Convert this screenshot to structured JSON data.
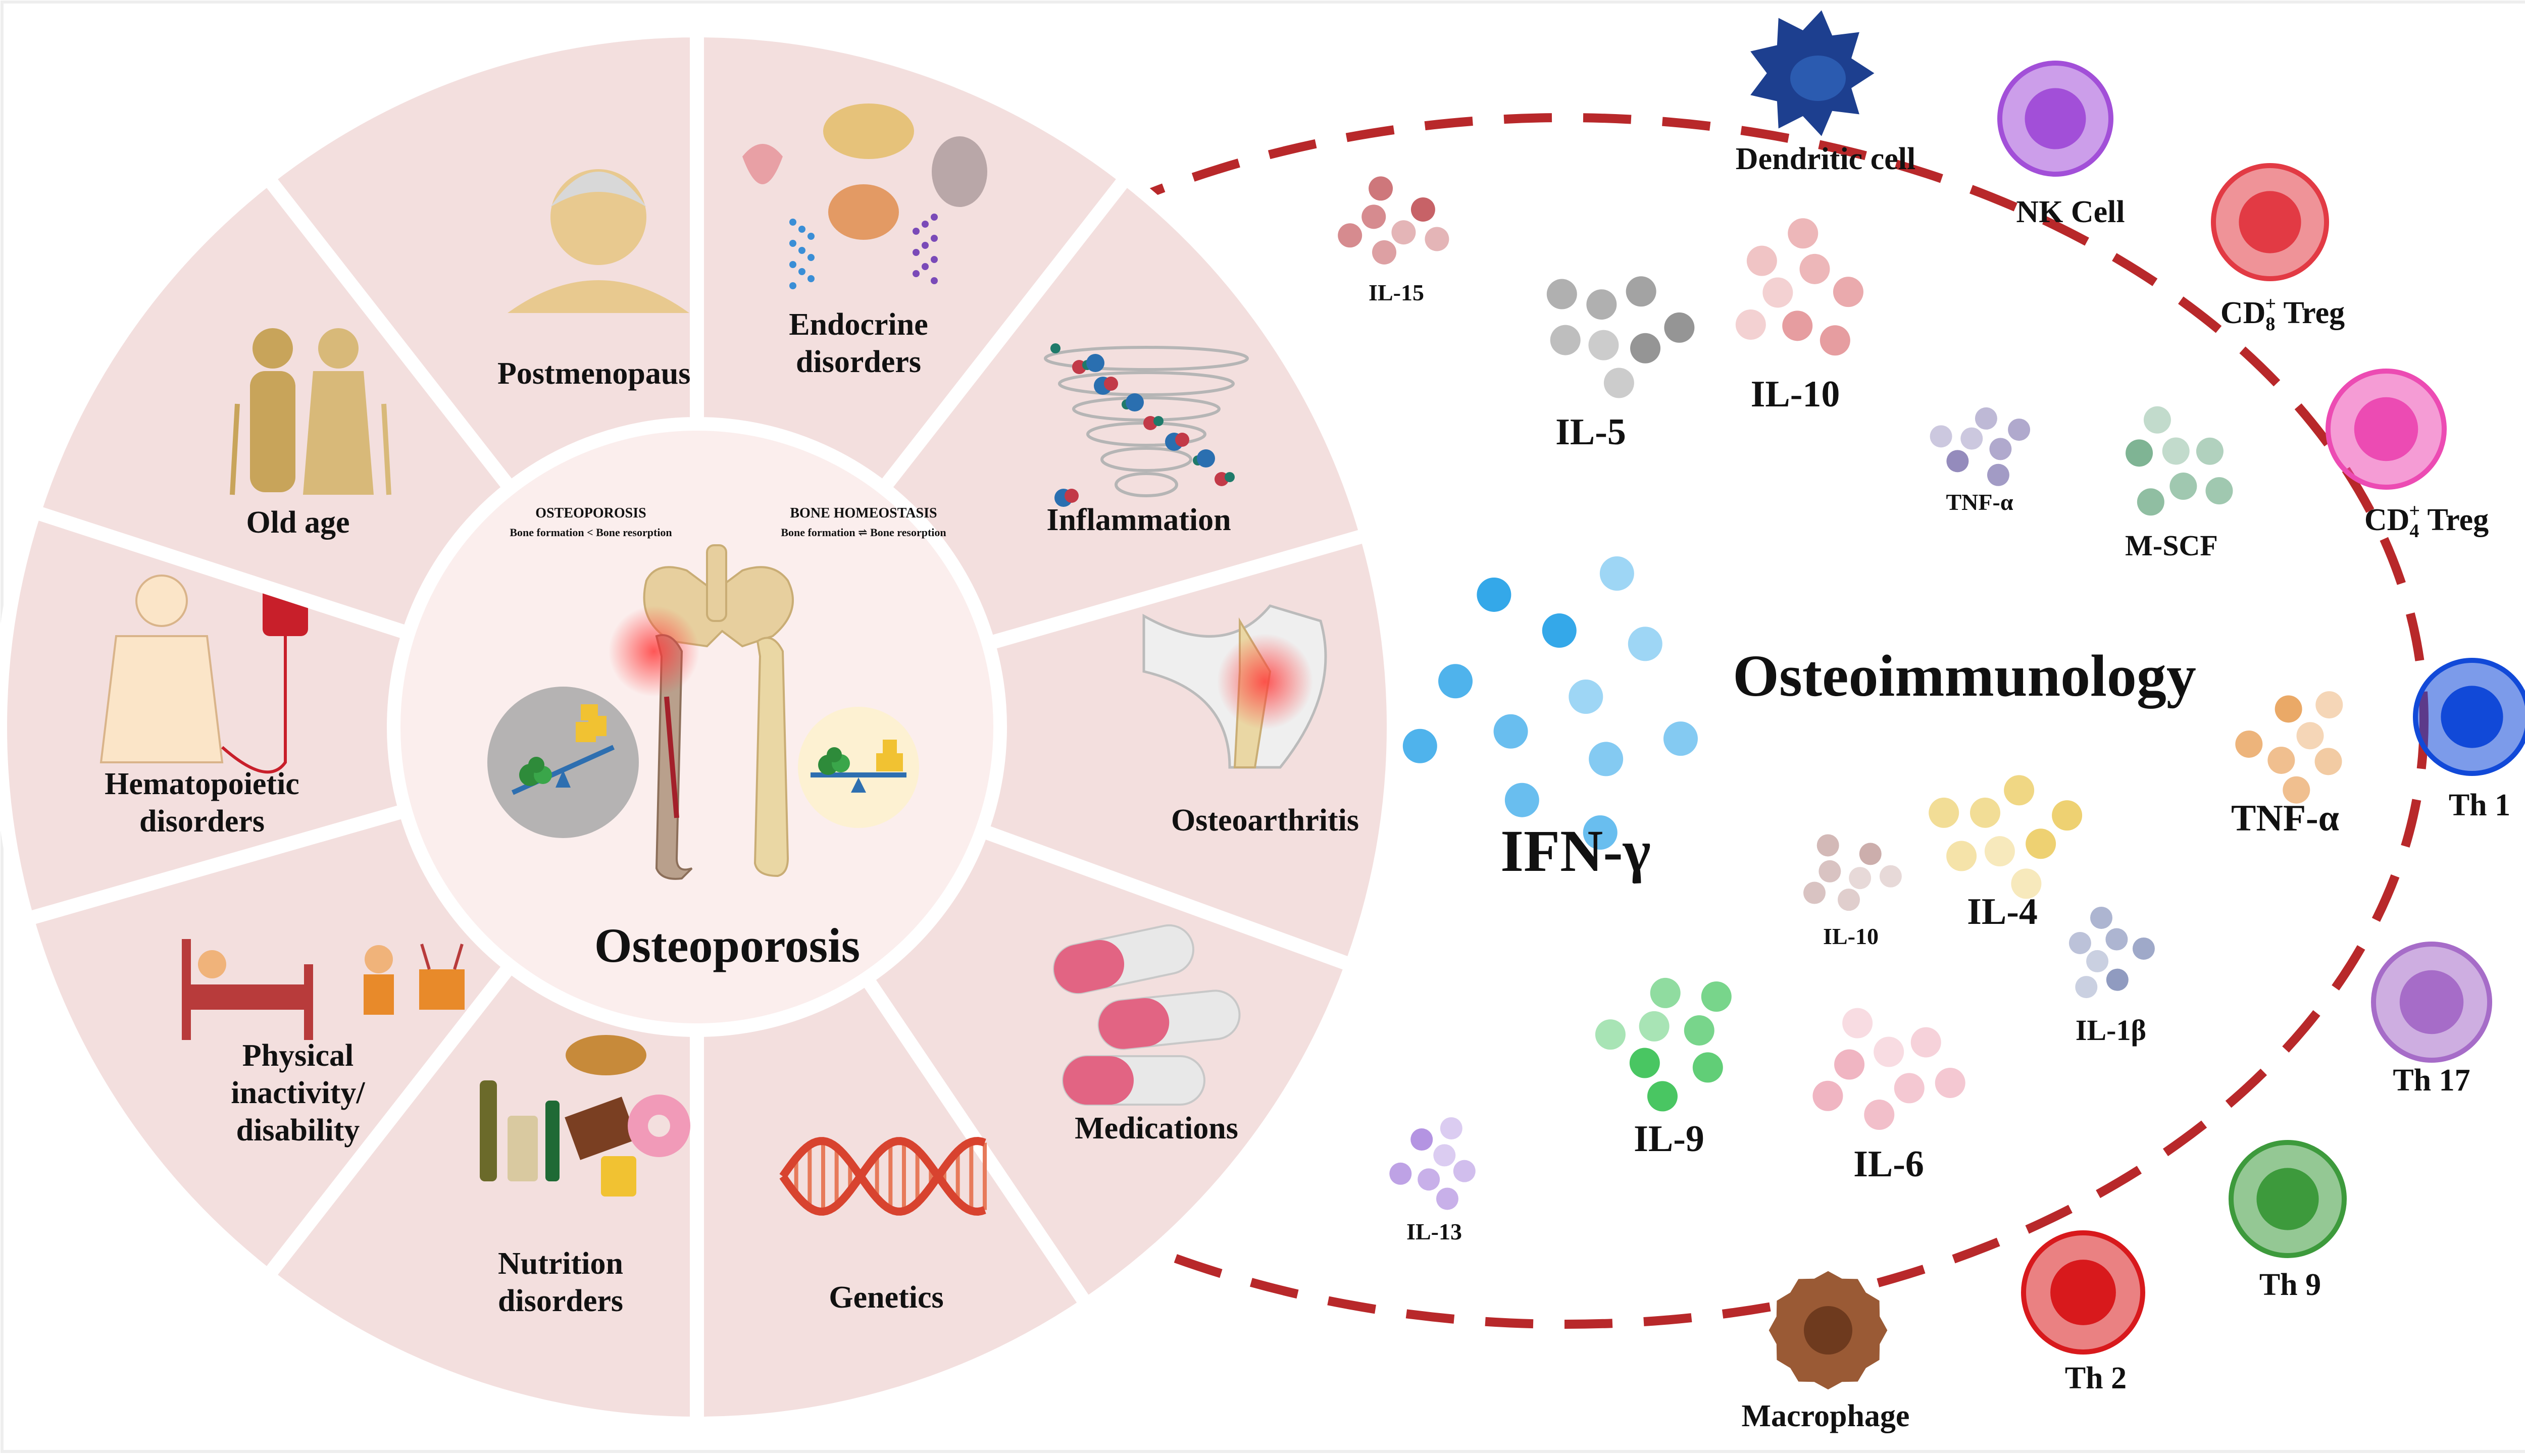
{
  "osteoporosis_wheel": {
    "center_title": "Osteoporosis",
    "center_panel": {
      "left_heading": "OSTEOPOROSIS",
      "left_sub": "Bone formation  < Bone resorption",
      "right_heading": "BONE HOMEOSTASIS",
      "right_sub": "Bone formation ⇌ Bone resorption"
    },
    "segments": [
      {
        "label_lines": [
          "Postmenopause"
        ],
        "icon": "elderly-woman-icon"
      },
      {
        "label_lines": [
          "Endocrine",
          "disorders"
        ],
        "icon": "endocrine-organs-icon"
      },
      {
        "label_lines": [
          "Inflammation"
        ],
        "icon": "inflammation-tornado-icon"
      },
      {
        "label_lines": [
          "Osteoarthritis"
        ],
        "icon": "knee-joint-icon"
      },
      {
        "label_lines": [
          "Medications"
        ],
        "icon": "pills-icon"
      },
      {
        "label_lines": [
          "Genetics"
        ],
        "icon": "dna-icon"
      },
      {
        "label_lines": [
          "Nutrition",
          "disorders"
        ],
        "icon": "junk-food-alcohol-icon"
      },
      {
        "label_lines": [
          "Physical",
          "inactivity/",
          "disability"
        ],
        "icon": "bed-tv-icon"
      },
      {
        "label_lines": [
          "Hematopoietic",
          "disorders"
        ],
        "icon": "blood-transfusion-icon"
      },
      {
        "label_lines": [
          "Old age"
        ],
        "icon": "elderly-couple-icon"
      }
    ]
  },
  "osteoimmunology": {
    "title": "Osteoimmunology",
    "cytokines": [
      {
        "label": "IFN-γ",
        "color": "#29a3e8"
      },
      {
        "label": "IL-15",
        "color": "#c45a5f"
      },
      {
        "label": "IL-5",
        "color": "#8f8f8f"
      },
      {
        "label": "IL-10",
        "color": "#e5989b"
      },
      {
        "label": "TNF-α",
        "color": "#8e85b8"
      },
      {
        "label": "M-SCF",
        "color": "#78b08e"
      },
      {
        "label": "TNF-α",
        "color": "#e9a45f"
      },
      {
        "label": "IL-10",
        "color": "#c9aaa8"
      },
      {
        "label": "IL-4",
        "color": "#edcf6a"
      },
      {
        "label": "IL-1β",
        "color": "#8a96bd"
      },
      {
        "label": "IL-9",
        "color": "#3fc35a"
      },
      {
        "label": "IL-6",
        "color": "#efb1bf"
      },
      {
        "label": "IL-13",
        "color": "#b08ee0"
      }
    ],
    "cells": [
      {
        "label": "Dendritic cell",
        "color": "#1d3f8f"
      },
      {
        "label": "NK Cell",
        "color": "#a24fd8"
      },
      {
        "label": "CD8",
        "sub": "8",
        "sup": "+",
        "suffix": " Treg",
        "color": "#e23a44"
      },
      {
        "label": "CD4",
        "sub": "4",
        "sup": "+",
        "suffix": " Treg",
        "color": "#ec4bb3"
      },
      {
        "label": "Th 1",
        "color": "#1149d8"
      },
      {
        "label": "Th 17",
        "color": "#a66cc8"
      },
      {
        "label": "Th 9",
        "color": "#3d9a3c"
      },
      {
        "label": "Th 2",
        "color": "#d8191c"
      },
      {
        "label": "Macrophage",
        "color": "#9a5a35"
      }
    ]
  },
  "colors": {
    "segment_fill": "#f3dfde",
    "segment_stroke": "#ffffff",
    "center_fill": "#fbeeed",
    "dashed_ellipse": "#b8282a"
  }
}
